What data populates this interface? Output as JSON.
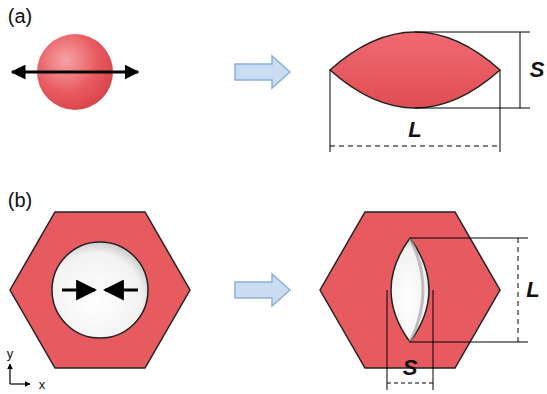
{
  "diagram": {
    "labels": [
      "(a)",
      "S",
      "L",
      "(b)",
      "L",
      "S",
      "y",
      "x"
    ]
  }
}
